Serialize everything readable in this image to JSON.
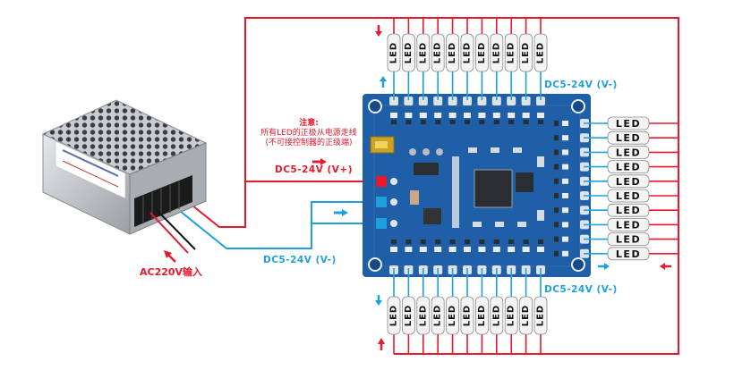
{
  "diagram": {
    "title": "LED controller wiring diagram",
    "colors": {
      "positive_wire": "#e8192c",
      "negative_wire": "#1ea0dc",
      "pcb": "#1e5fa8",
      "pcb_dark": "#154a87",
      "led_body": "#f4f4f4",
      "led_text": "#111111"
    },
    "note": {
      "line1": "注意:",
      "line2": "所有LED的正极从电源走线",
      "line3": "(不可接控制器的正级端)"
    },
    "labels": {
      "v_plus": "DC5-24V (V+)",
      "v_minus_left": "DC5-24V (V-)",
      "v_minus_top": "DC5-24V (V-)",
      "v_minus_bottom": "DC5-24V (V-)",
      "ac_input": "AC220V输入"
    },
    "led_label": "LED",
    "led_groups": {
      "top_count": 11,
      "right_count": 10,
      "bottom_count": 11
    },
    "components": {
      "power_supply": "switching power supply",
      "controller": "LED controller board"
    }
  }
}
